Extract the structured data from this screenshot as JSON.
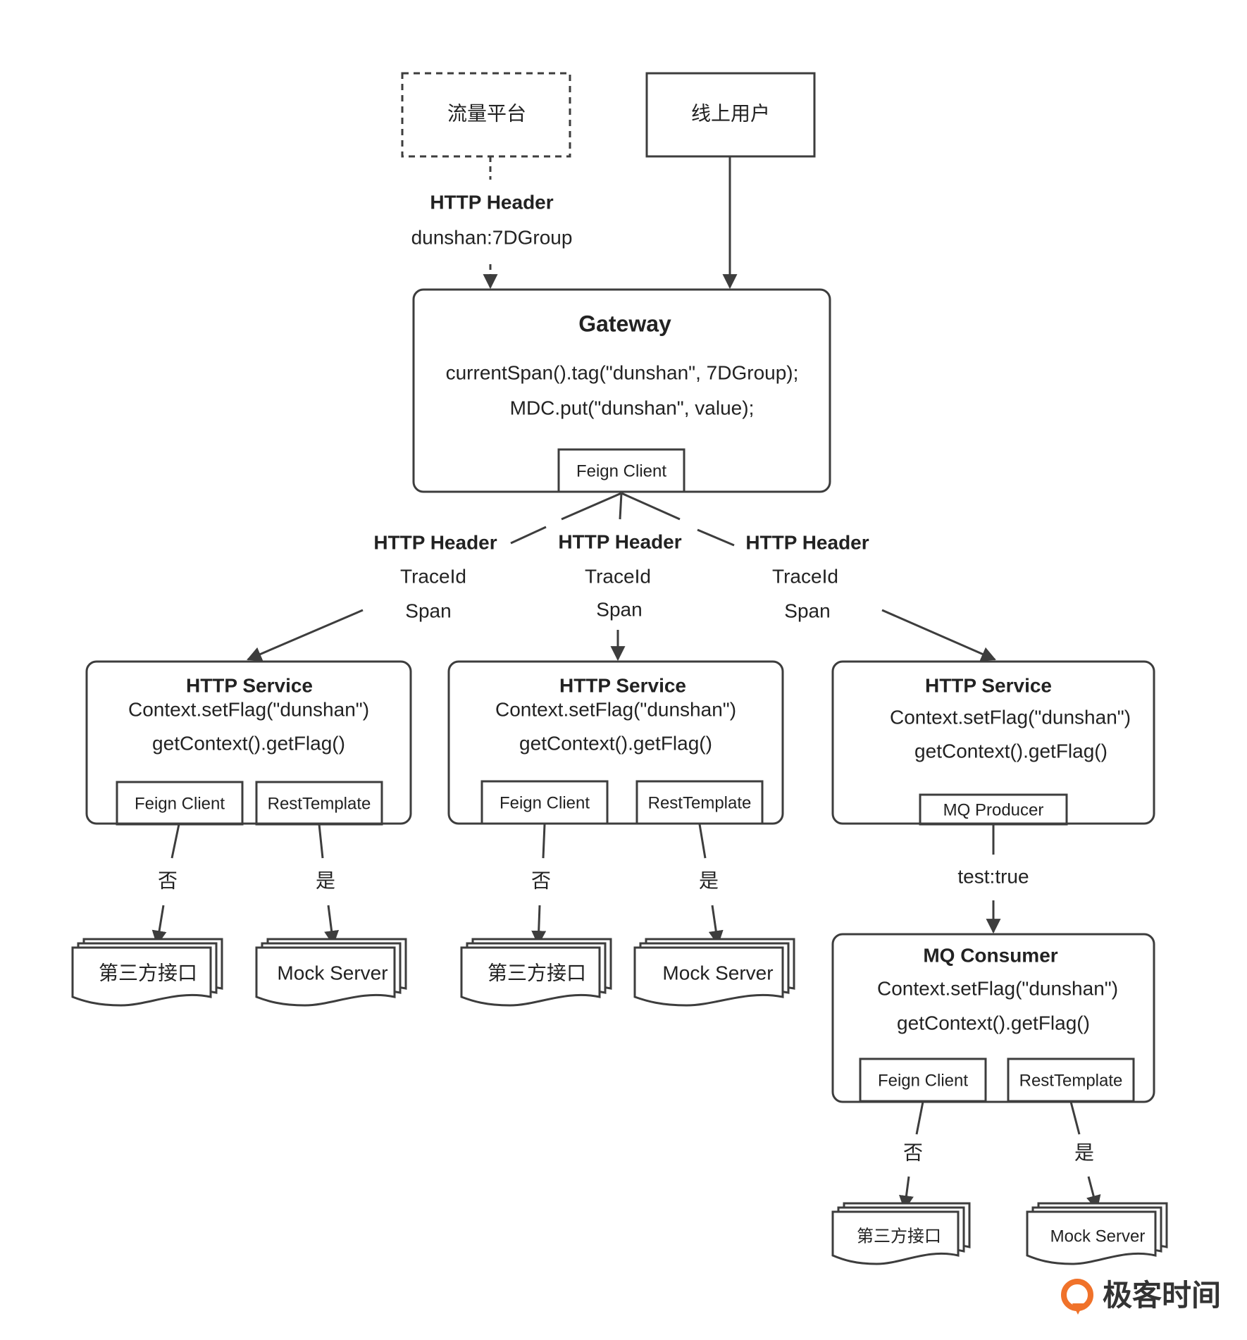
{
  "colors": {
    "stroke": "#3d3d3d",
    "text": "#222222",
    "logo_accent": "#f0722a",
    "logo_text": "#333333"
  },
  "top": {
    "traffic_platform": "流量平台",
    "online_users": "线上用户"
  },
  "header_in": {
    "title": "HTTP Header",
    "value": "dunshan:7DGroup"
  },
  "gateway": {
    "title": "Gateway",
    "line1": "currentSpan().tag(\"dunshan\", 7DGroup);",
    "line2": "MDC.put(\"dunshan\", value);",
    "client": "Feign Client"
  },
  "headers": [
    {
      "title": "HTTP Header",
      "line1": "TraceId",
      "line2": "Span"
    },
    {
      "title": "HTTP Header",
      "line1": "TraceId",
      "line2": "Span"
    },
    {
      "title": "HTTP Header",
      "line1": "TraceId",
      "line2": "Span"
    }
  ],
  "services": [
    {
      "title": "HTTP Service",
      "line1": "Context.setFlag(\"dunshan\")",
      "line2": "getContext().getFlag()",
      "clients": [
        "Feign Client",
        "RestTemplate"
      ]
    },
    {
      "title": "HTTP Service",
      "line1": "Context.setFlag(\"dunshan\")",
      "line2": "getContext().getFlag()",
      "clients": [
        "Feign Client",
        "RestTemplate"
      ]
    },
    {
      "title": "HTTP Service",
      "line1": "Context.setFlag(\"dunshan\")",
      "line2": "getContext().getFlag()",
      "clients": [
        "MQ Producer"
      ]
    }
  ],
  "branches": {
    "no": "否",
    "yes": "是"
  },
  "targets": {
    "third_party": "第三方接口",
    "mock": "Mock Server"
  },
  "mq_edge": "test:true",
  "consumer": {
    "title": "MQ Consumer",
    "line1": "Context.setFlag(\"dunshan\")",
    "line2": "getContext().getFlag()",
    "clients": [
      "Feign Client",
      "RestTemplate"
    ]
  },
  "logo": {
    "text": "极客时间",
    "icon": "geektime-logo-icon"
  }
}
